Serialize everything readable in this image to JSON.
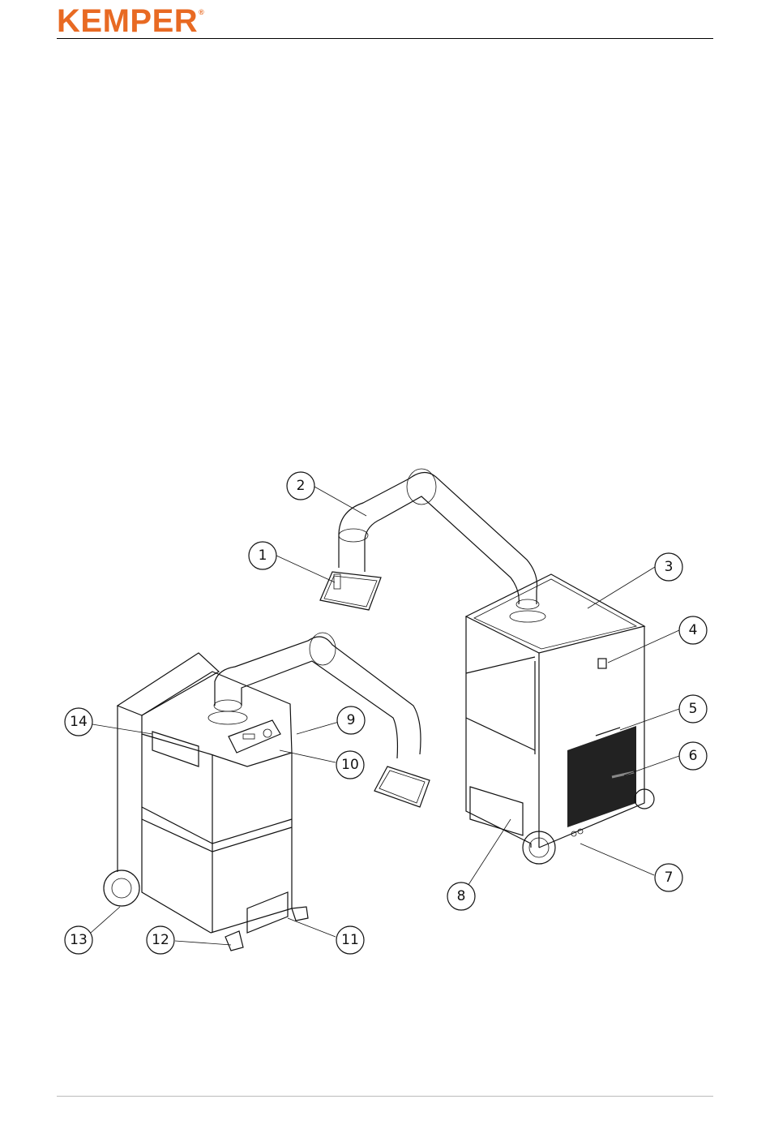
{
  "header": {
    "brand": "KEMPER",
    "reg_mark": "®",
    "brand_color": "#e86a23"
  },
  "figure": {
    "callouts": [
      "1",
      "2",
      "3",
      "4",
      "5",
      "6",
      "7",
      "8",
      "9",
      "10",
      "11",
      "12",
      "13",
      "14"
    ]
  }
}
